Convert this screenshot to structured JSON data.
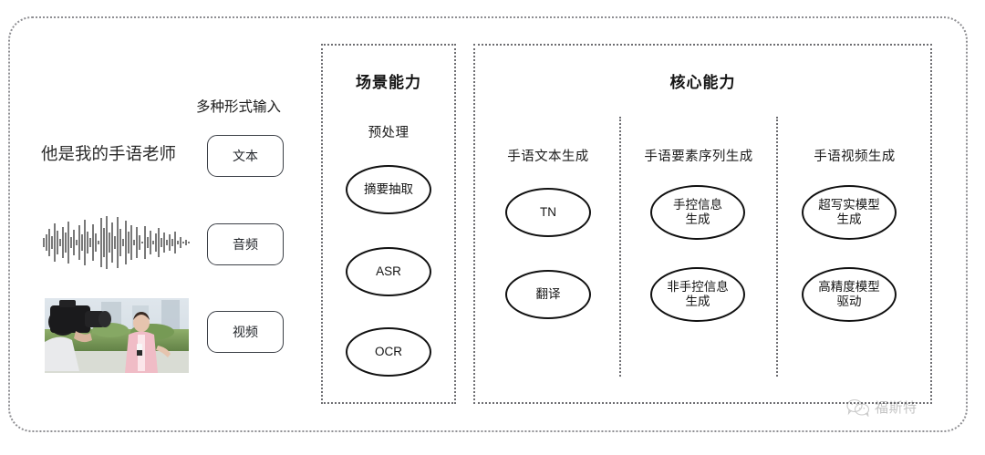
{
  "diagram": {
    "input_section": {
      "heading": "多种形式输入",
      "sample_sentence": "他是我的手语老师",
      "modalities": [
        {
          "label": "文本",
          "media": "text-sentence"
        },
        {
          "label": "音频",
          "media": "audio-waveform"
        },
        {
          "label": "视频",
          "media": "video-thumbnail"
        }
      ]
    },
    "scene_panel": {
      "title": "场景能力",
      "groups": [
        {
          "header": "预处理",
          "nodes": [
            "摘要抽取",
            "ASR",
            "OCR"
          ]
        }
      ]
    },
    "core_panel": {
      "title": "核心能力",
      "columns": [
        {
          "header": "手语文本生成",
          "nodes": [
            "TN",
            "翻译"
          ]
        },
        {
          "header": "手语要素序列生成",
          "nodes": [
            "手控信息\n生成",
            "非手控信息\n生成"
          ]
        },
        {
          "header": "手语视频生成",
          "nodes": [
            "超写实模型\n生成",
            "高精度模型\n驱动"
          ]
        }
      ]
    },
    "watermark": {
      "label": "福斯特",
      "icon": "wechat-logo-icon"
    },
    "colors": {
      "frame_dotted": "#8f8f93",
      "panel_dotted": "#6e6e72",
      "ellipse_stroke": "#111111",
      "input_box_stroke": "#3b3f46",
      "text": "#1c1c1c",
      "background": "#ffffff"
    }
  }
}
